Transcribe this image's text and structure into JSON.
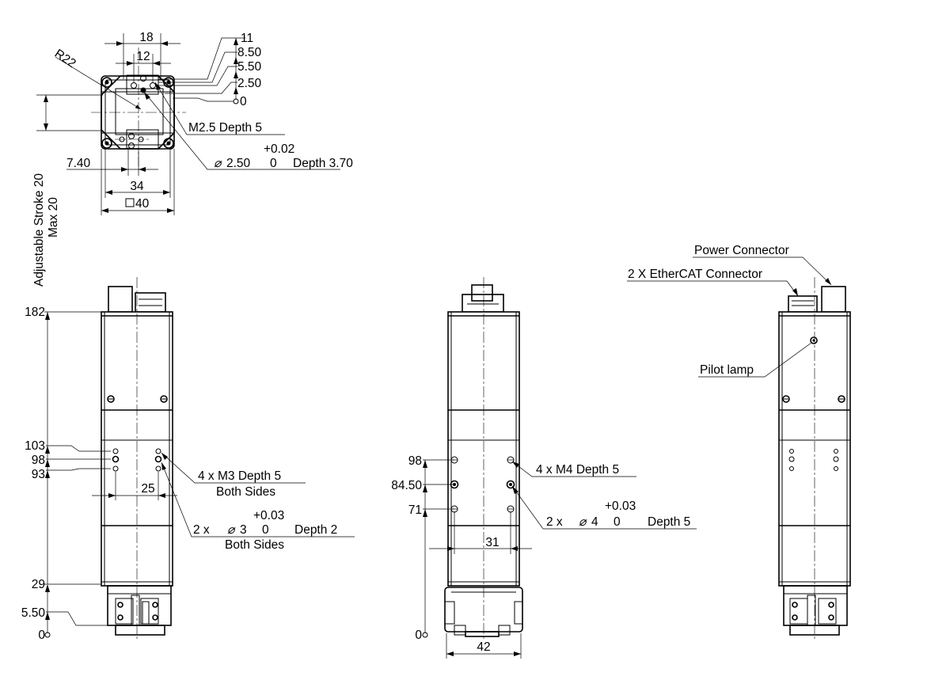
{
  "top_view": {
    "dim_18": "18",
    "dim_12": "12",
    "radius": "R22",
    "dim_11": "11",
    "dim_8_50": "8.50",
    "dim_5_50": "5.50",
    "dim_2_50": "2.50",
    "dim_0": "0",
    "thread_note": "M2.5 Depth 5",
    "pin_hole_diam": "2.50",
    "pin_tol_upper": "+0.02",
    "pin_tol_lower": "0",
    "pin_depth": "Depth 3.70",
    "dim_7_40": "7.40",
    "dim_34": "34",
    "dim_40": "40",
    "stroke_label": "Adjustable Stroke 20",
    "stroke_max": "Max 20"
  },
  "front_view": {
    "h_182": "182",
    "h_103": "103",
    "h_98": "98",
    "h_93": "93",
    "h_29": "29",
    "h_5_50": "5.50",
    "h_0": "0",
    "dim_25": "25",
    "m3_note": "4 x M3 Depth 5",
    "m3_sides": "Both Sides",
    "pin_qty": "2 x",
    "pin_diam": "3",
    "pin_tol_upper": "+0.03",
    "pin_tol_lower": "0",
    "pin_depth": "Depth 2",
    "pin_sides": "Both Sides"
  },
  "side_view": {
    "h_98": "98",
    "h_84_50": "84.50",
    "h_71": "71",
    "h_0": "0",
    "dim_31": "31",
    "dim_42": "42",
    "m4_note": "4 x M4 Depth 5",
    "pin_qty": "2 x",
    "pin_diam": "4",
    "pin_tol_upper": "+0.03",
    "pin_tol_lower": "0",
    "pin_depth": "Depth 5"
  },
  "back_view": {
    "power_connector": "Power Connector",
    "ethercat_connector": "2 X EtherCAT Connector",
    "pilot_lamp": "Pilot lamp"
  }
}
